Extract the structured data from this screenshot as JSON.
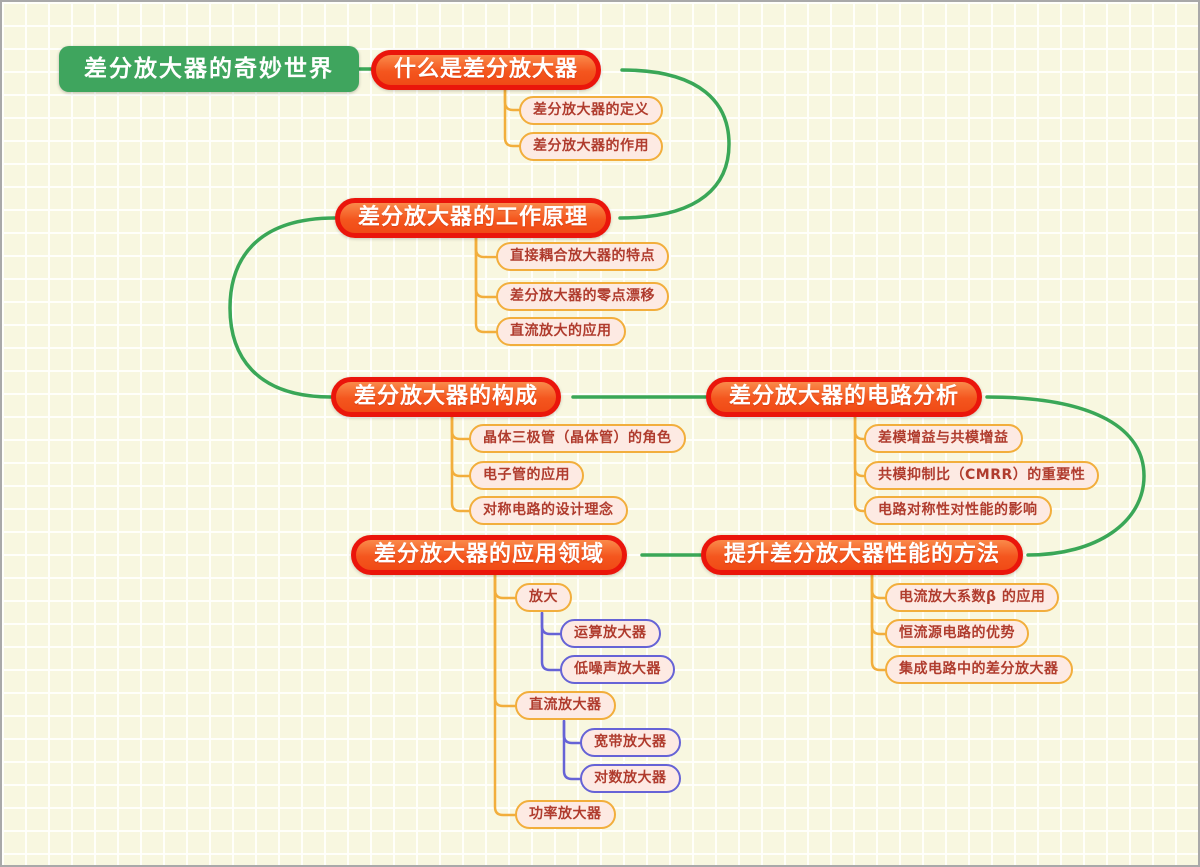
{
  "root": {
    "label": "差分放大器的奇妙世界"
  },
  "branches": [
    {
      "label": "什么是差分放大器",
      "children": [
        {
          "label": "差分放大器的定义"
        },
        {
          "label": "差分放大器的作用"
        }
      ]
    },
    {
      "label": "差分放大器的工作原理",
      "children": [
        {
          "label": "直接耦合放大器的特点"
        },
        {
          "label": "差分放大器的零点漂移"
        },
        {
          "label": "直流放大的应用"
        }
      ]
    },
    {
      "label": "差分放大器的构成",
      "children": [
        {
          "label": "晶体三极管（晶体管）的角色"
        },
        {
          "label": "电子管的应用"
        },
        {
          "label": "对称电路的设计理念"
        }
      ]
    },
    {
      "label": "差分放大器的电路分析",
      "children": [
        {
          "label": "差模增益与共模增益"
        },
        {
          "label": "共模抑制比（CMRR）的重要性"
        },
        {
          "label": "电路对称性对性能的影响"
        }
      ]
    },
    {
      "label": "差分放大器的应用领域",
      "children": [
        {
          "label": "放大",
          "children": [
            {
              "label": "运算放大器"
            },
            {
              "label": "低噪声放大器"
            }
          ]
        },
        {
          "label": "直流放大器",
          "children": [
            {
              "label": "宽带放大器"
            },
            {
              "label": "对数放大器"
            }
          ]
        },
        {
          "label": "功率放大器"
        }
      ]
    },
    {
      "label": "提升差分放大器性能的方法",
      "children": [
        {
          "label": "电流放大系数β 的应用"
        },
        {
          "label": "恒流源电路的优势"
        },
        {
          "label": "集成电路中的差分放大器"
        }
      ]
    }
  ],
  "colors": {
    "root_fill": "#3fa55e",
    "branch_border": "#ea150b",
    "branch_fill": "#f4561e",
    "subtopic_border": "#f2ae3c",
    "subtopic_fill": "#fdeae3",
    "subtopic_text": "#b03c2e",
    "level3_border": "#6663d6",
    "spine_connector": "#3aa757",
    "background": "#f8f7e0"
  }
}
